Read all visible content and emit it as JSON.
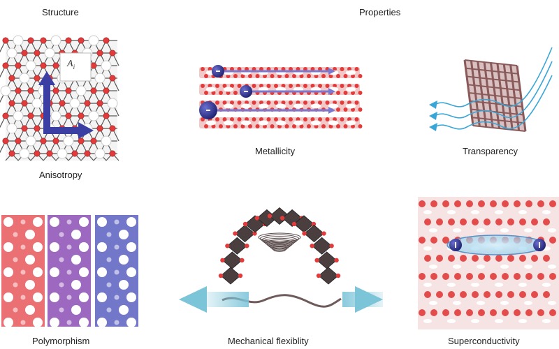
{
  "headings": {
    "structure": "Structure",
    "properties": "Properties"
  },
  "panels": {
    "anisotropy": "Anisotropy",
    "metallicity": "Metallicity",
    "transparency": "Transparency",
    "polymorphism": "Polymorphism",
    "mechanical_flexibility": "Mechanical flexiblity",
    "superconductivity": "Superconductivity"
  },
  "lattice_symbol": "A",
  "lattice_subscript": "i",
  "colors": {
    "boron_atom": "#e23b3b",
    "bond": "#555555",
    "electron": "#2c2f8c",
    "arrow": "#3b3fa3",
    "polymorph_red": "#e8575a",
    "polymorph_purple": "#8c4fb5",
    "polymorph_blue": "#5a5fc0",
    "wave": "#3aa6d8",
    "flex_arrow": "#7cc4d8",
    "sheet_brown": "#8a5a5a",
    "cooper_ring": "#a8d8ef"
  },
  "icons": [
    "electron-icon",
    "light-wave-icon",
    "double-arrow-icon"
  ]
}
